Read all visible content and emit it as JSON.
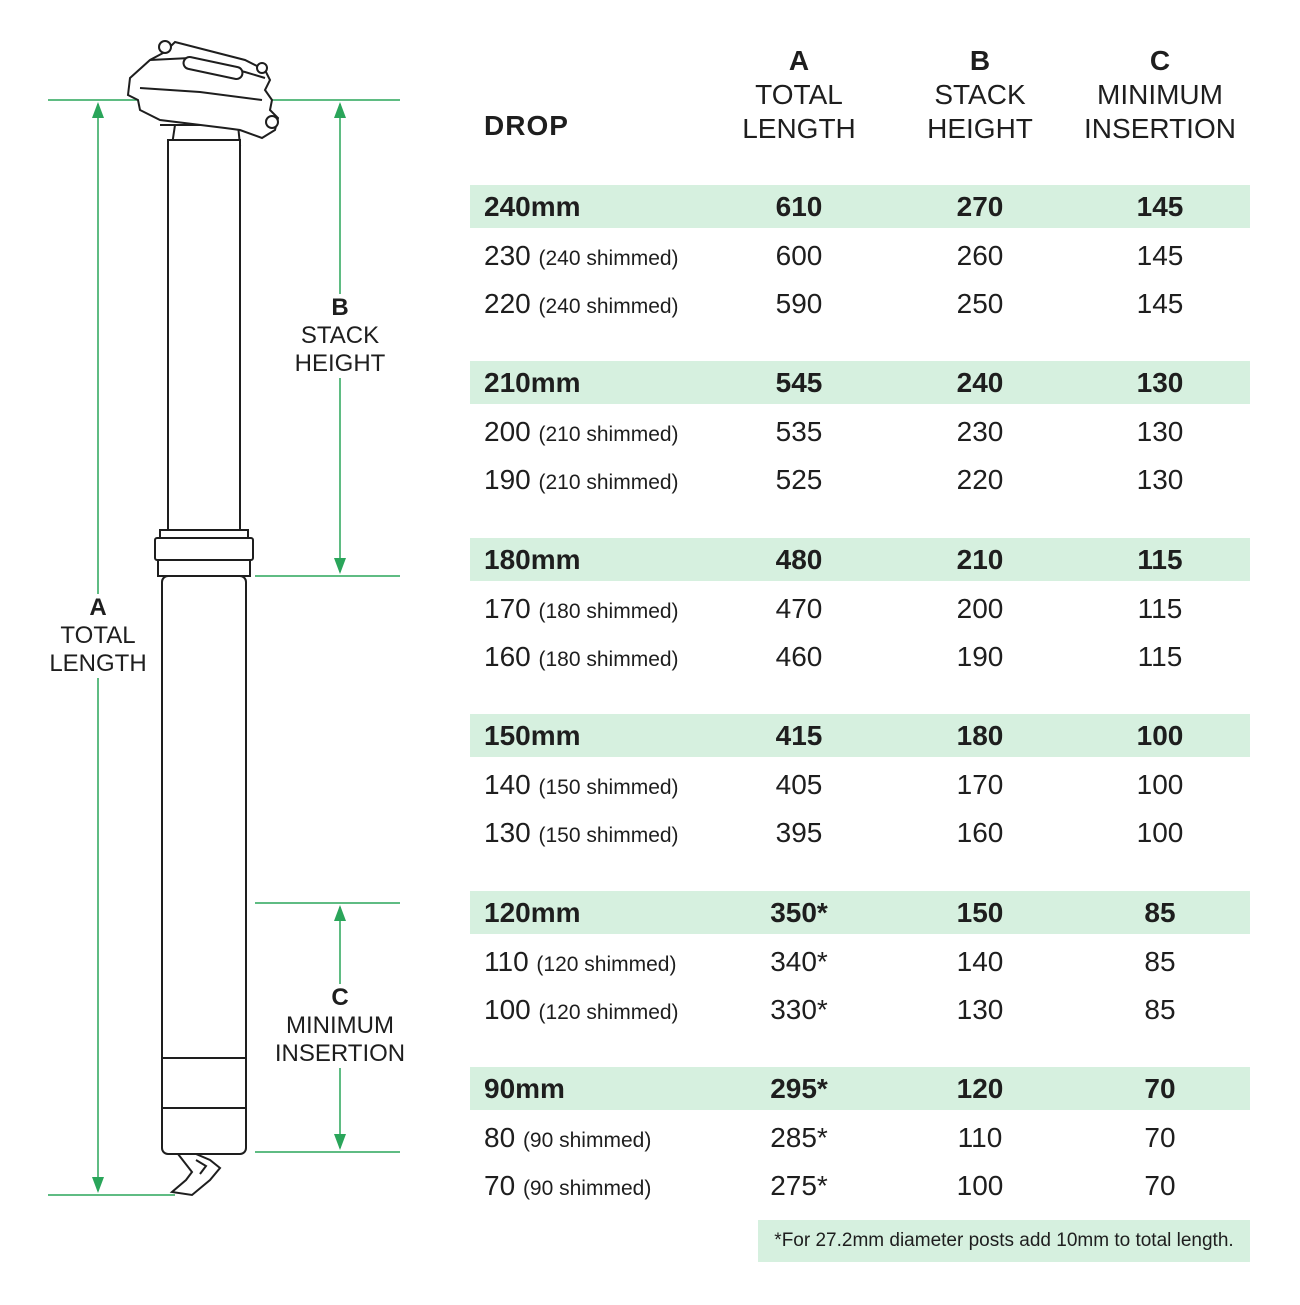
{
  "diagram": {
    "label_a": {
      "letter": "A",
      "line1": "TOTAL",
      "line2": "LENGTH"
    },
    "label_b": {
      "letter": "B",
      "line1": "STACK",
      "line2": "HEIGHT"
    },
    "label_c": {
      "letter": "C",
      "line1": "MINIMUM",
      "line2": "INSERTION"
    },
    "dimension_line_color": "#2aa55a",
    "post_fill_color": "#ffffff",
    "post_stroke_color": "#1e1e1e"
  },
  "table": {
    "header": {
      "drop": "DROP",
      "col_a": {
        "letter": "A",
        "line1": "TOTAL",
        "line2": "LENGTH"
      },
      "col_b": {
        "letter": "B",
        "line1": "STACK",
        "line2": "HEIGHT"
      },
      "col_c": {
        "letter": "C",
        "line1": "MINIMUM",
        "line2": "INSERTION"
      }
    },
    "highlight_color": "#d6f0df",
    "groups": [
      {
        "rows": [
          {
            "drop": "240mm",
            "note": "",
            "a": "610",
            "b": "270",
            "c": "145"
          },
          {
            "drop": "230",
            "note": "(240 shimmed)",
            "a": "600",
            "b": "260",
            "c": "145"
          },
          {
            "drop": "220",
            "note": "(240 shimmed)",
            "a": "590",
            "b": "250",
            "c": "145"
          }
        ]
      },
      {
        "rows": [
          {
            "drop": "210mm",
            "note": "",
            "a": "545",
            "b": "240",
            "c": "130"
          },
          {
            "drop": "200",
            "note": "(210 shimmed)",
            "a": "535",
            "b": "230",
            "c": "130"
          },
          {
            "drop": "190",
            "note": "(210 shimmed)",
            "a": "525",
            "b": "220",
            "c": "130"
          }
        ]
      },
      {
        "rows": [
          {
            "drop": "180mm",
            "note": "",
            "a": "480",
            "b": "210",
            "c": "115"
          },
          {
            "drop": "170",
            "note": "(180 shimmed)",
            "a": "470",
            "b": "200",
            "c": "115"
          },
          {
            "drop": "160",
            "note": "(180 shimmed)",
            "a": "460",
            "b": "190",
            "c": "115"
          }
        ]
      },
      {
        "rows": [
          {
            "drop": "150mm",
            "note": "",
            "a": "415",
            "b": "180",
            "c": "100"
          },
          {
            "drop": "140",
            "note": "(150 shimmed)",
            "a": "405",
            "b": "170",
            "c": "100"
          },
          {
            "drop": "130",
            "note": "(150 shimmed)",
            "a": "395",
            "b": "160",
            "c": "100"
          }
        ]
      },
      {
        "rows": [
          {
            "drop": "120mm",
            "note": "",
            "a": "350*",
            "b": "150",
            "c": "85"
          },
          {
            "drop": "110",
            "note": "(120 shimmed)",
            "a": "340*",
            "b": "140",
            "c": "85"
          },
          {
            "drop": "100",
            "note": "(120 shimmed)",
            "a": "330*",
            "b": "130",
            "c": "85"
          }
        ]
      },
      {
        "rows": [
          {
            "drop": "90mm",
            "note": "",
            "a": "295*",
            "b": "120",
            "c": "70"
          },
          {
            "drop": "80",
            "note": "(90 shimmed)",
            "a": "285*",
            "b": "110",
            "c": "70"
          },
          {
            "drop": "70",
            "note": "(90 shimmed)",
            "a": "275*",
            "b": "100",
            "c": "70"
          }
        ]
      }
    ]
  },
  "footnote": "*For 27.2mm diameter posts add 10mm to total length."
}
